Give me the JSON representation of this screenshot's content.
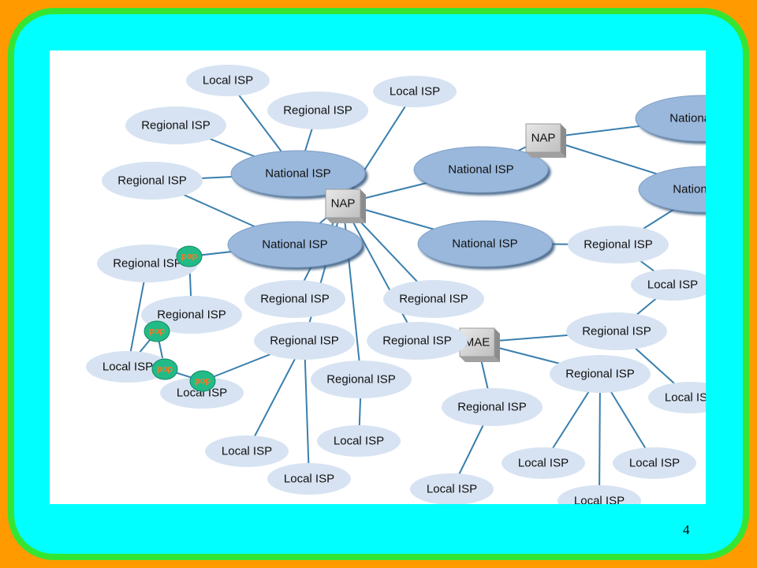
{
  "colors": {
    "background": "#ff9a00",
    "frame_border": "#33e633",
    "frame_fill": "#00ffff",
    "national_fill": "#9ab8dc",
    "regional_fill": "#d7e3f2",
    "link": "#3a7fae",
    "pop_fill": "#22bb88",
    "pop_text": "#ff7722"
  },
  "page_number": "4",
  "diagram": {
    "nodes": [
      {
        "id": "nat1",
        "kind": "national",
        "label": "National ISP"
      },
      {
        "id": "nat2",
        "kind": "national",
        "label": "National ISP"
      },
      {
        "id": "nat3",
        "kind": "national",
        "label": "National ISP"
      },
      {
        "id": "nat4",
        "kind": "national",
        "label": "National ISP"
      },
      {
        "id": "nat5",
        "kind": "national",
        "label": "National ISP"
      },
      {
        "id": "nat6",
        "kind": "national",
        "label": "National ISP"
      },
      {
        "id": "nap1",
        "kind": "exchange",
        "label": "NAP"
      },
      {
        "id": "nap2",
        "kind": "exchange",
        "label": "NAP"
      },
      {
        "id": "mae",
        "kind": "exchange",
        "label": "MAE"
      },
      {
        "id": "loc_top",
        "kind": "regional",
        "label": "Local ISP"
      },
      {
        "id": "reg_tl",
        "kind": "regional",
        "label": "Regional ISP"
      },
      {
        "id": "reg_tr",
        "kind": "regional",
        "label": "Regional ISP"
      },
      {
        "id": "loc_mid",
        "kind": "regional",
        "label": "Local ISP"
      },
      {
        "id": "reg_l1",
        "kind": "regional",
        "label": "Regional ISP"
      },
      {
        "id": "reg_l2",
        "kind": "regional",
        "label": "Regional ISP"
      },
      {
        "id": "reg_l3",
        "kind": "regional",
        "label": "Regional ISP"
      },
      {
        "id": "loc_l1",
        "kind": "regional",
        "label": "Local ISP"
      },
      {
        "id": "loc_l2",
        "kind": "regional",
        "label": "Local ISP"
      },
      {
        "id": "reg_c1",
        "kind": "regional",
        "label": "Regional ISP"
      },
      {
        "id": "reg_c2",
        "kind": "regional",
        "label": "Regional ISP"
      },
      {
        "id": "reg_c3",
        "kind": "regional",
        "label": "Regional ISP"
      },
      {
        "id": "reg_c4",
        "kind": "regional",
        "label": "Regional ISP"
      },
      {
        "id": "reg_c5",
        "kind": "regional",
        "label": "Regional ISP"
      },
      {
        "id": "loc_c1",
        "kind": "regional",
        "label": "Local ISP"
      },
      {
        "id": "loc_c2",
        "kind": "regional",
        "label": "Local ISP"
      },
      {
        "id": "loc_c3",
        "kind": "regional",
        "label": "Local ISP"
      },
      {
        "id": "reg_r1",
        "kind": "regional",
        "label": "Regional ISP"
      },
      {
        "id": "loc_r1",
        "kind": "regional",
        "label": "Local ISP"
      },
      {
        "id": "reg_r2",
        "kind": "regional",
        "label": "Regional ISP"
      },
      {
        "id": "reg_r3",
        "kind": "regional",
        "label": "Regional ISP"
      },
      {
        "id": "reg_mae",
        "kind": "regional",
        "label": "Regional ISP"
      },
      {
        "id": "loc_r2",
        "kind": "regional",
        "label": "Local ISP"
      },
      {
        "id": "loc_r3",
        "kind": "regional",
        "label": "Local ISP"
      },
      {
        "id": "loc_r4",
        "kind": "regional",
        "label": "Local ISP"
      },
      {
        "id": "loc_r5",
        "kind": "regional",
        "label": "Local ISP"
      },
      {
        "id": "loc_r6",
        "kind": "regional",
        "label": "Local ISP"
      },
      {
        "id": "pop1",
        "kind": "pop",
        "label": "pop"
      },
      {
        "id": "pop2",
        "kind": "pop",
        "label": "pop"
      },
      {
        "id": "pop3",
        "kind": "pop",
        "label": "pop"
      },
      {
        "id": "pop4",
        "kind": "pop",
        "label": "pop"
      }
    ],
    "links": [
      [
        "nap1",
        "nat1"
      ],
      [
        "nap1",
        "nat2"
      ],
      [
        "nap1",
        "nat3"
      ],
      [
        "nap1",
        "nat4"
      ],
      [
        "nap1",
        "loc_mid"
      ],
      [
        "nap1",
        "reg_c1"
      ],
      [
        "nap1",
        "reg_c2"
      ],
      [
        "nap1",
        "reg_c3"
      ],
      [
        "nap1",
        "reg_c4"
      ],
      [
        "nap1",
        "reg_c5"
      ],
      [
        "nat1",
        "loc_top"
      ],
      [
        "nat1",
        "reg_tl"
      ],
      [
        "nat1",
        "reg_tr"
      ],
      [
        "nat1",
        "reg_l1"
      ],
      [
        "nat2",
        "reg_l1"
      ],
      [
        "nat2",
        "pop1"
      ],
      [
        "pop1",
        "reg_l3"
      ],
      [
        "reg_l2",
        "loc_l1"
      ],
      [
        "reg_l3",
        "pop2"
      ],
      [
        "pop2",
        "loc_l1"
      ],
      [
        "pop2",
        "pop3"
      ],
      [
        "pop3",
        "pop4"
      ],
      [
        "nat3",
        "nap2"
      ],
      [
        "nap2",
        "nat5"
      ],
      [
        "nap2",
        "nat6"
      ],
      [
        "nat6",
        "reg_r1"
      ],
      [
        "nat4",
        "reg_r1"
      ],
      [
        "reg_r1",
        "loc_r1"
      ],
      [
        "loc_r1",
        "reg_r2"
      ],
      [
        "reg_r2",
        "mae"
      ],
      [
        "reg_r2",
        "loc_r2"
      ],
      [
        "reg_c5",
        "mae"
      ],
      [
        "mae",
        "reg_r3"
      ],
      [
        "mae",
        "reg_mae"
      ],
      [
        "reg_mae",
        "loc_r3"
      ],
      [
        "reg_r3",
        "loc_r4"
      ],
      [
        "reg_r3",
        "loc_r5"
      ],
      [
        "reg_r3",
        "loc_r6"
      ],
      [
        "pop4",
        "reg_c1"
      ],
      [
        "reg_c1",
        "loc_c1"
      ],
      [
        "reg_c1",
        "loc_c2"
      ],
      [
        "reg_c3",
        "loc_c3"
      ]
    ]
  }
}
